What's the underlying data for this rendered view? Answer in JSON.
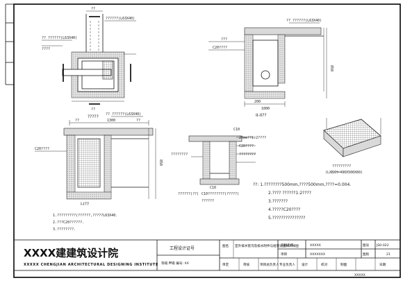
{
  "plan_view": {
    "top_label": "??????(L63X40)",
    "side_label_1": "?? ??????(L63X40)",
    "side_label_2": "????",
    "dim_top": "??",
    "dim_bottom": "??",
    "caption": "?????"
  },
  "section_ii": {
    "top_label": "?? ??????(L63X40)",
    "left_label_1": "???",
    "left_label_2": "C20????",
    "dim_height": "850",
    "dim_1": "200",
    "dim_2": "1000",
    "caption": "II-II??"
  },
  "section_i": {
    "top_label": "?? ??????(L63X40)",
    "dim_left": "??",
    "dim_mid": "1300",
    "dim_right": "??",
    "left_label": "C20????",
    "dim_height": "850",
    "caption": "I-I??"
  },
  "pit_detail": {
    "c10_top": "C10",
    "label_1": "20mm??1:2????",
    "label_2": "C20????",
    "label_3": "????????",
    "c10_bottom": "C10",
    "note_1": "C10????????(?????)",
    "note_2": "??????",
    "side_label": "????????",
    "caption": "??????(??)"
  },
  "grate_detail": {
    "caption": "?????????",
    "subcaption": "(LXBXH=490X500X60)"
  },
  "notes": {
    "items": [
      "??: 1.????????500mm,????500mm,????=0.004.",
      "2.???? ??????1:2????",
      "3.???????",
      "4.?????C20????",
      "5.???????????????"
    ],
    "left_items": [
      "1.?????????(??????,?????L63X40.",
      "2.???C20??????.",
      "3.????????."
    ]
  },
  "title_block": {
    "institute_cn": "XXXX建建筑设计院",
    "institute_en": "XXXXX  CHENGJIAN  ARCHITECTURAL  DESIGNING  INSTITUTE",
    "cert_label": "工程设计证号",
    "grade_label": "等级,甲级  编号: XX",
    "drawing_name_label": "图名",
    "drawing_name": "室外排水管沟及排水附件与给管道图样大样图",
    "project_label": "工程名称",
    "project_value": "XXXXX",
    "sub_label": "项目",
    "sub_value": "XXXXXXX",
    "drawing_no_label": "图号",
    "drawing_no": "JS0-022",
    "sheet_label": "图别",
    "sheet_value": "21",
    "sig_labels": [
      "审定",
      "审核",
      "项目总负责人",
      "专业负责人",
      "设计",
      "校对",
      "制图"
    ],
    "date_label": "日期",
    "footer": "XXXXX"
  },
  "colors": {
    "line": "#111111",
    "concrete": "#d9d9d9",
    "background": "#ffffff"
  }
}
